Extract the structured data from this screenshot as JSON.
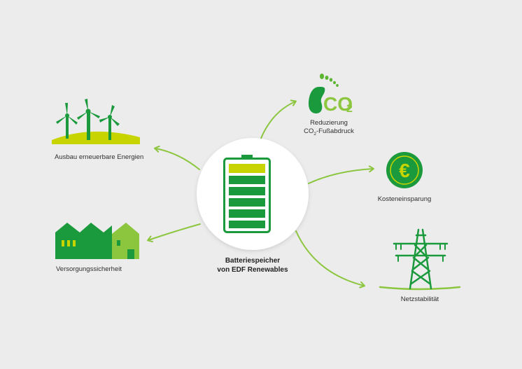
{
  "center": {
    "line1": "Batteriespeicher",
    "line2": "von EDF Renewables",
    "icon": "battery-icon"
  },
  "nodes": {
    "wind": {
      "label": "Ausbau erneuerbare Energien",
      "icon": "wind-turbines-icon"
    },
    "co2": {
      "line1": "Reduzierung",
      "line2_prefix": "CO",
      "line2_sub": "2",
      "line2_suffix": "-Fußabdruck",
      "icon_text": "CO",
      "icon_sub": "2",
      "icon": "co2-footprint-icon"
    },
    "cost": {
      "label": "Kosteneinsparung",
      "icon_text": "€",
      "icon": "euro-coin-icon"
    },
    "supply": {
      "label": "Versorgungssicherheit",
      "icon": "buildings-icon"
    },
    "grid": {
      "label": "Netzstabilität",
      "icon": "power-pylon-icon"
    }
  },
  "colors": {
    "background": "#ececec",
    "green_dark": "#1a9a3c",
    "green_mid": "#5cb531",
    "green_light": "#8cc63f",
    "lime": "#c8d400",
    "text": "#2f2f2f"
  }
}
